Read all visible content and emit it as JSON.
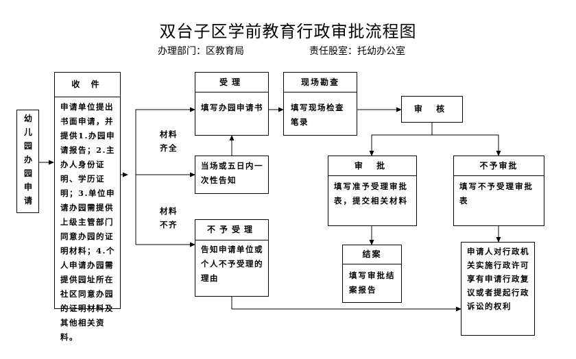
{
  "header": {
    "title": "双台子区学前教育行政审批流程图",
    "department": "办理部门：区教育局",
    "responsible": "责任股室：托幼办公室"
  },
  "nodes": {
    "apply": {
      "text": "幼儿园办园申请"
    },
    "receive": {
      "title": "收  件",
      "body": "申请单位提出书面申请，并提供1.办园申请报告；2.主办人身份证明、学历证明；3.单位申请办园需提供上级主管部门同意办园的证明材料；4.个人申请办园需提供园址所在社区同意办园的证明材料及其他相关资料。"
    },
    "accept": {
      "title": "受理",
      "body": "填写办园申请书"
    },
    "notify_once": {
      "body": "当场或五日内一次性告知"
    },
    "reject": {
      "title": "不予受理",
      "body": "告知申请单位或个人不予受理的理由"
    },
    "inspect": {
      "title": "现场勘查",
      "body": "填写现场检查笔录"
    },
    "review": {
      "title": "审  核"
    },
    "approve": {
      "title": "审  批",
      "body": "填写准予受理审批表，提交相关材料"
    },
    "deny": {
      "title": "不予审批",
      "body": "填写不予受理审批表"
    },
    "close": {
      "title": "结案",
      "body": "填写审批结案报告"
    },
    "rights": {
      "body": "申请人对行政机关实施行政许可享有申请行政复议或者提起行政诉讼的权利"
    }
  },
  "labels": {
    "complete": "材料齐全",
    "incomplete": "材料不齐"
  }
}
